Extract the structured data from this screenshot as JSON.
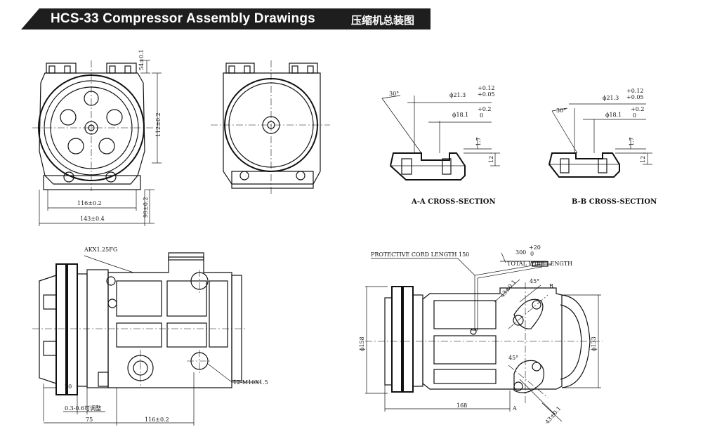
{
  "header": {
    "title_en": "HCS-33 Compressor Assembly Drawings",
    "title_cn": "压缩机总装图"
  },
  "front_view": {
    "dim_top_height": "54±0.1",
    "dim_center_height": "112±0.2",
    "dim_base_height": "99±0.2",
    "dim_mount_width": "116±0.2",
    "dim_overall_width": "143±0.4"
  },
  "section_aa": {
    "angle": "30°",
    "dia_outer": "ϕ21.3",
    "tol_outer_upper": "+0.12",
    "tol_outer_lower": "+0.05",
    "dia_inner": "ϕ18.1",
    "tol_inner_upper": "+0.2",
    "tol_inner_lower": "0",
    "depth": "1.7",
    "height": "12",
    "caption": "A-A CROSS-SECTION"
  },
  "section_bb": {
    "angle": "30°",
    "dia_outer": "ϕ21.3",
    "tol_outer_upper": "+0.12",
    "tol_outer_lower": "+0.05",
    "dia_inner": "ϕ18.1",
    "tol_inner_upper": "+0.2",
    "tol_inner_lower": "0",
    "depth": "1.7",
    "height": "12",
    "caption": "B-B CROSS-SECTION"
  },
  "side_view": {
    "belt_label": "AKX1.25FG",
    "thread_label": "12-M10X1.5",
    "pulley_offset": "20",
    "gap_label": "0.3-0.6可调整",
    "clutch_length": "75",
    "body_length": "116±0.2"
  },
  "top_view": {
    "cord_label": "PROTECTIVE CORD LENGTH 150",
    "total_length_value": "300",
    "total_length_tol_upper": "+20",
    "total_length_tol_lower": "0",
    "total_length_label": "TOTAL WIRE LENGTH",
    "angle_upper": "45°",
    "angle_lower": "45°",
    "dim_port_upper": "43±0.1",
    "dim_port_lower": "43±0.1",
    "marker_a": "A",
    "marker_b": "B",
    "dia_pulley": "ϕ158",
    "dia_body": "ϕ133",
    "length": "168"
  }
}
